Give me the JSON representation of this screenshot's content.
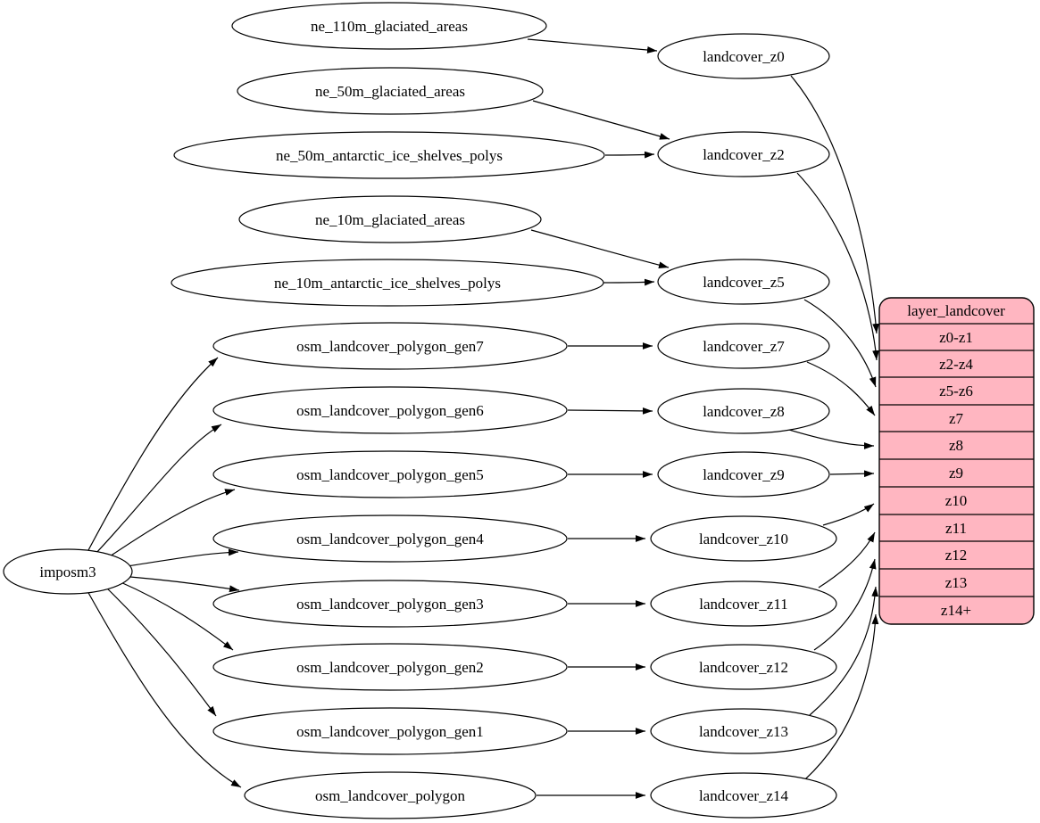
{
  "diagram": {
    "kind": "etl-flow-graph",
    "colors": {
      "record_fill": "#ffb6c1",
      "node_fill": "#ffffff",
      "edge_color": "#000000"
    },
    "nodes": {
      "imposm3": "imposm3",
      "ne": [
        "ne_110m_glaciated_areas",
        "ne_50m_glaciated_areas",
        "ne_50m_antarctic_ice_shelves_polys",
        "ne_10m_glaciated_areas",
        "ne_10m_antarctic_ice_shelves_polys"
      ],
      "osm": [
        "osm_landcover_polygon_gen7",
        "osm_landcover_polygon_gen6",
        "osm_landcover_polygon_gen5",
        "osm_landcover_polygon_gen4",
        "osm_landcover_polygon_gen3",
        "osm_landcover_polygon_gen2",
        "osm_landcover_polygon_gen1",
        "osm_landcover_polygon"
      ],
      "landcover": [
        "landcover_z0",
        "landcover_z2",
        "landcover_z5",
        "landcover_z7",
        "landcover_z8",
        "landcover_z9",
        "landcover_z10",
        "landcover_z11",
        "landcover_z12",
        "landcover_z13",
        "landcover_z14"
      ],
      "record": {
        "title": "layer_landcover",
        "rows": [
          "z0-z1",
          "z2-z4",
          "z5-z6",
          "z7",
          "z8",
          "z9",
          "z10",
          "z11",
          "z12",
          "z13",
          "z14+"
        ]
      }
    },
    "edges": [
      [
        "ne_110m_glaciated_areas",
        "landcover_z0"
      ],
      [
        "ne_50m_glaciated_areas",
        "landcover_z2"
      ],
      [
        "ne_50m_antarctic_ice_shelves_polys",
        "landcover_z2"
      ],
      [
        "ne_10m_glaciated_areas",
        "landcover_z5"
      ],
      [
        "ne_10m_antarctic_ice_shelves_polys",
        "landcover_z5"
      ],
      [
        "imposm3",
        "osm_landcover_polygon_gen7"
      ],
      [
        "imposm3",
        "osm_landcover_polygon_gen6"
      ],
      [
        "imposm3",
        "osm_landcover_polygon_gen5"
      ],
      [
        "imposm3",
        "osm_landcover_polygon_gen4"
      ],
      [
        "imposm3",
        "osm_landcover_polygon_gen3"
      ],
      [
        "imposm3",
        "osm_landcover_polygon_gen2"
      ],
      [
        "imposm3",
        "osm_landcover_polygon_gen1"
      ],
      [
        "imposm3",
        "osm_landcover_polygon"
      ],
      [
        "osm_landcover_polygon_gen7",
        "landcover_z7"
      ],
      [
        "osm_landcover_polygon_gen6",
        "landcover_z8"
      ],
      [
        "osm_landcover_polygon_gen5",
        "landcover_z9"
      ],
      [
        "osm_landcover_polygon_gen4",
        "landcover_z10"
      ],
      [
        "osm_landcover_polygon_gen3",
        "landcover_z11"
      ],
      [
        "osm_landcover_polygon_gen2",
        "landcover_z12"
      ],
      [
        "osm_landcover_polygon_gen1",
        "landcover_z13"
      ],
      [
        "osm_landcover_polygon",
        "landcover_z14"
      ],
      [
        "landcover_z0",
        "layer_landcover:z0-z1"
      ],
      [
        "landcover_z2",
        "layer_landcover:z2-z4"
      ],
      [
        "landcover_z5",
        "layer_landcover:z5-z6"
      ],
      [
        "landcover_z7",
        "layer_landcover:z7"
      ],
      [
        "landcover_z8",
        "layer_landcover:z8"
      ],
      [
        "landcover_z9",
        "layer_landcover:z9"
      ],
      [
        "landcover_z10",
        "layer_landcover:z10"
      ],
      [
        "landcover_z11",
        "layer_landcover:z11"
      ],
      [
        "landcover_z12",
        "layer_landcover:z12"
      ],
      [
        "landcover_z13",
        "layer_landcover:z13"
      ],
      [
        "landcover_z14",
        "layer_landcover:z14+"
      ]
    ]
  }
}
